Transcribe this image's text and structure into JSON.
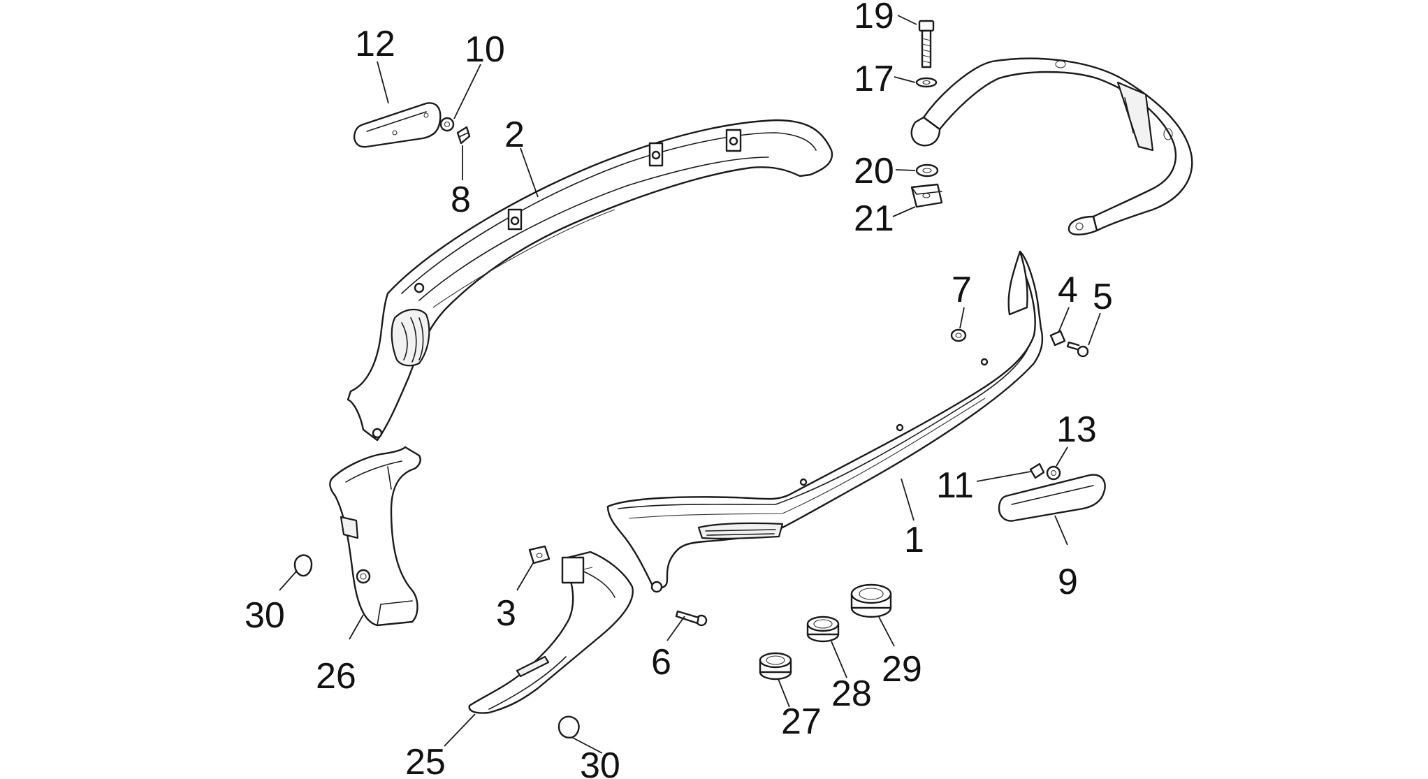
{
  "callouts": [
    {
      "id": "c12",
      "text": "12"
    },
    {
      "id": "c10",
      "text": "10"
    },
    {
      "id": "c8",
      "text": "8"
    },
    {
      "id": "c2",
      "text": "2"
    },
    {
      "id": "c19",
      "text": "19"
    },
    {
      "id": "c17",
      "text": "17"
    },
    {
      "id": "c20",
      "text": "20"
    },
    {
      "id": "c21",
      "text": "21"
    },
    {
      "id": "c7",
      "text": "7"
    },
    {
      "id": "c4",
      "text": "4"
    },
    {
      "id": "c5",
      "text": "5"
    },
    {
      "id": "c13",
      "text": "13"
    },
    {
      "id": "c11",
      "text": "11"
    },
    {
      "id": "c1",
      "text": "1"
    },
    {
      "id": "c9",
      "text": "9"
    },
    {
      "id": "c30a",
      "text": "30"
    },
    {
      "id": "c26",
      "text": "26"
    },
    {
      "id": "c3",
      "text": "3"
    },
    {
      "id": "c6",
      "text": "6"
    },
    {
      "id": "c25",
      "text": "25"
    },
    {
      "id": "c30b",
      "text": "30"
    },
    {
      "id": "c27",
      "text": "27"
    },
    {
      "id": "c28",
      "text": "28"
    },
    {
      "id": "c29",
      "text": "29"
    }
  ]
}
